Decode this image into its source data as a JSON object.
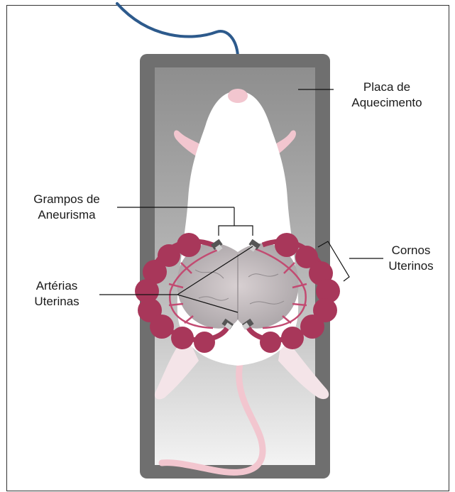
{
  "labels": {
    "heating_plate": [
      "Placa de",
      "Aquecimento"
    ],
    "aneurysm_clips": [
      "Grampos de",
      "Aneurisma"
    ],
    "uterine_arteries": [
      "Artérias",
      "Uterinas"
    ],
    "uterine_horns": [
      "Cornos",
      "Uterinos"
    ]
  },
  "colors": {
    "cable": "#2d5a8c",
    "plate_outer": "#6f6f6f",
    "plate_inner": "#9a9a9a",
    "mouse_body": "#ffffff",
    "mouse_pink": "#f2c6cf",
    "uterus": "#a8375a",
    "clip": "#555555"
  }
}
